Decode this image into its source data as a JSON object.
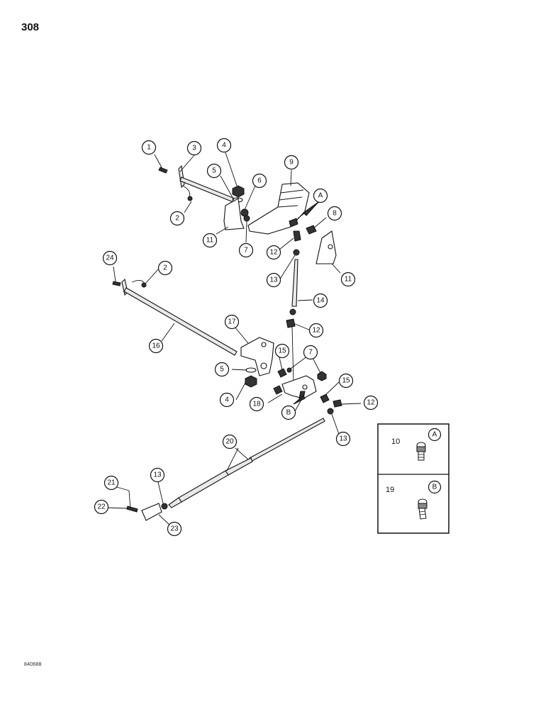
{
  "page_number": "308",
  "footer_code": "840688",
  "diagram": {
    "callouts": [
      {
        "id": "c1",
        "label": "1"
      },
      {
        "id": "c2a",
        "label": "2"
      },
      {
        "id": "c3",
        "label": "3"
      },
      {
        "id": "c4a",
        "label": "4"
      },
      {
        "id": "c5a",
        "label": "5"
      },
      {
        "id": "c6",
        "label": "6"
      },
      {
        "id": "c9",
        "label": "9"
      },
      {
        "id": "cA",
        "label": "A"
      },
      {
        "id": "c8",
        "label": "8"
      },
      {
        "id": "c11a",
        "label": "11"
      },
      {
        "id": "c7a",
        "label": "7"
      },
      {
        "id": "c12a",
        "label": "12"
      },
      {
        "id": "c11b",
        "label": "11"
      },
      {
        "id": "c24",
        "label": "24"
      },
      {
        "id": "c2b",
        "label": "2"
      },
      {
        "id": "c13a",
        "label": "13"
      },
      {
        "id": "c14",
        "label": "14"
      },
      {
        "id": "c17",
        "label": "17"
      },
      {
        "id": "c12b",
        "label": "12"
      },
      {
        "id": "c16",
        "label": "16"
      },
      {
        "id": "c15a",
        "label": "15"
      },
      {
        "id": "c7b",
        "label": "7"
      },
      {
        "id": "c5b",
        "label": "5"
      },
      {
        "id": "c15b",
        "label": "15"
      },
      {
        "id": "c4b",
        "label": "4"
      },
      {
        "id": "c18",
        "label": "18"
      },
      {
        "id": "cB",
        "label": "B"
      },
      {
        "id": "c12c",
        "label": "12"
      },
      {
        "id": "c13b",
        "label": "13"
      },
      {
        "id": "c20",
        "label": "20"
      },
      {
        "id": "c21",
        "label": "21"
      },
      {
        "id": "c13c",
        "label": "13"
      },
      {
        "id": "c22",
        "label": "22"
      },
      {
        "id": "c23",
        "label": "23"
      }
    ],
    "inset": {
      "rows": [
        {
          "part": "10",
          "ref": "A"
        },
        {
          "part": "19",
          "ref": "B"
        }
      ]
    }
  }
}
